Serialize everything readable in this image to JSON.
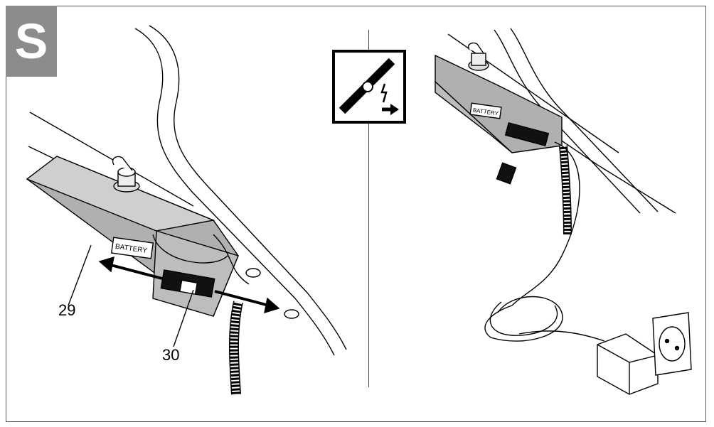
{
  "step_letter": "S",
  "left_panel": {
    "label_text": "BATTERY",
    "callouts": [
      {
        "id": "29"
      },
      {
        "id": "30"
      }
    ]
  },
  "right_panel": {
    "label_text": "BATTERY"
  },
  "warning_icon": "disconnect-power-icon",
  "colors": {
    "badge": "#8c8c8c",
    "panel_grey": "#a9a9a9",
    "panel_light": "#c8c8c8"
  }
}
